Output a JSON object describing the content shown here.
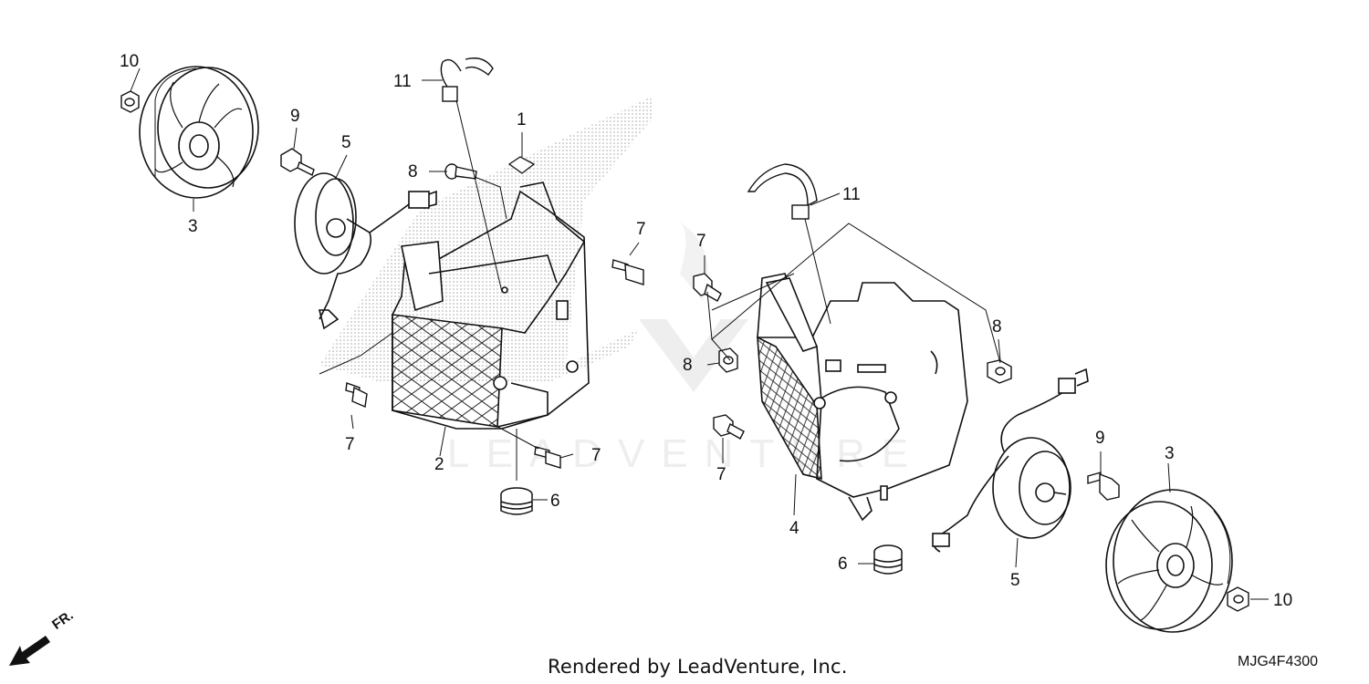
{
  "callouts": {
    "c10_left": "10",
    "c3_left": "3",
    "c9_left": "9",
    "c5_left": "5",
    "c11_left": "11",
    "c1": "1",
    "c8_left": "8",
    "c7_bracket": "7",
    "c7_left_low": "7",
    "c2": "2",
    "c7_bottom": "7",
    "c6_left": "6",
    "c11_right": "11",
    "c7_right_top": "7",
    "c8_right_mid": "8",
    "c8_right": "8",
    "c7_right_low": "7",
    "c4": "4",
    "c6_right": "6",
    "c5_right": "5",
    "c9_right": "9",
    "c3_right": "3",
    "c10_right": "10"
  },
  "direction_label": "FR.",
  "footer": "Rendered by LeadVenture, Inc.",
  "diagram_code": "MJG4F4300",
  "colors": {
    "line": "#111111",
    "stipple": "#9a9a9a",
    "watermark": "#d8d8d8"
  }
}
